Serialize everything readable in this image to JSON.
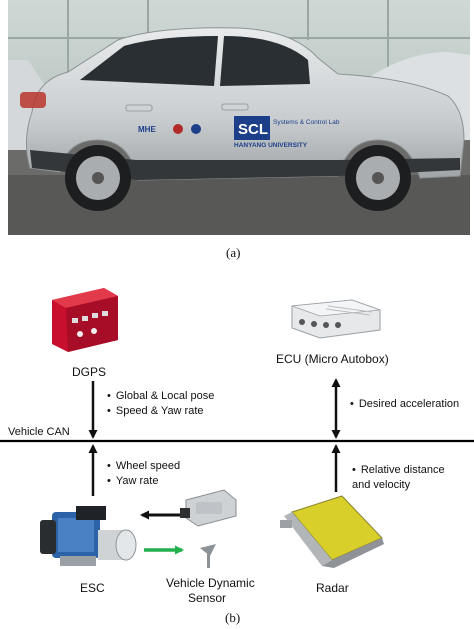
{
  "figure_a": {
    "caption": "(a)",
    "car_logo_text": "SCL",
    "car_logo_sub": "Systems & Control Lab",
    "car_university": "HANYANG UNIVERSITY",
    "car_small_logo": "MHE"
  },
  "figure_b": {
    "caption": "(b)",
    "bus_label": "Vehicle CAN",
    "dgps": {
      "label": "DGPS",
      "signals": [
        "Global & Local pose",
        "Speed & Yaw rate"
      ]
    },
    "ecu": {
      "label": "ECU (Micro Autobox)",
      "signals": [
        "Desired acceleration"
      ]
    },
    "esc": {
      "label": "ESC",
      "signals": [
        "Wheel speed",
        "Yaw rate"
      ]
    },
    "vds": {
      "label_line1": "Vehicle Dynamic",
      "label_line2": "Sensor"
    },
    "radar": {
      "label": "Radar",
      "signals": [
        "Relative distance",
        "and velocity"
      ]
    }
  },
  "colors": {
    "green_arrow": "#22b14c",
    "dgps_red": "#c8102e",
    "radar_yellow": "#d8cf2a"
  }
}
